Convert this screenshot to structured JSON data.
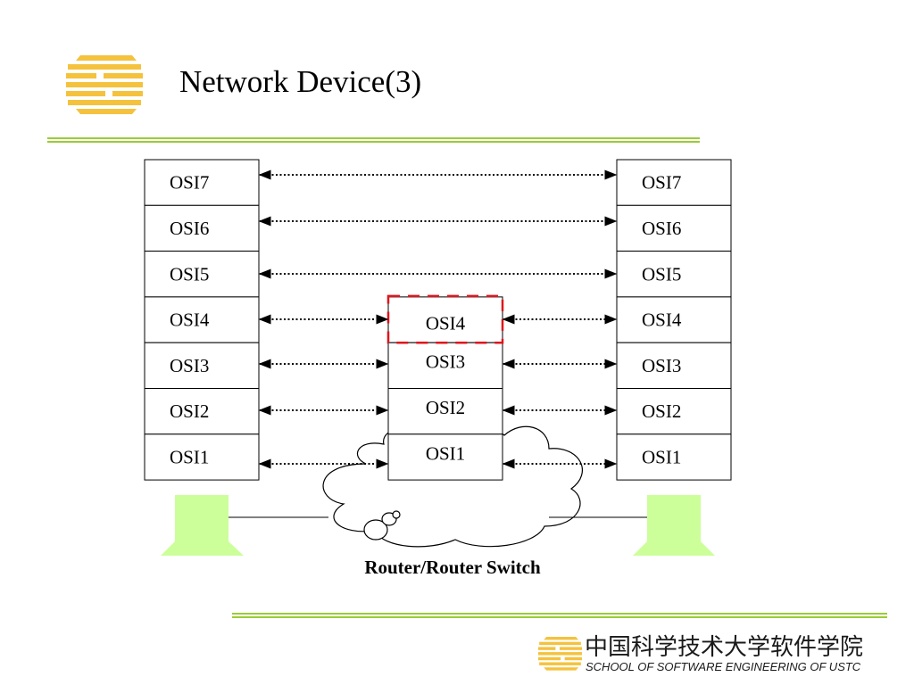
{
  "slide": {
    "title": "Network Device(3)",
    "caption": "Router/Router Switch"
  },
  "stacks": {
    "left": [
      "OSI7",
      "OSI6",
      "OSI5",
      "OSI4",
      "OSI3",
      "OSI2",
      "OSI1"
    ],
    "right": [
      "OSI7",
      "OSI6",
      "OSI5",
      "OSI4",
      "OSI3",
      "OSI2",
      "OSI1"
    ],
    "center": [
      "OSI4",
      "OSI3",
      "OSI2",
      "OSI1"
    ],
    "highlighted_center_layer": "OSI4"
  },
  "footer": {
    "school_cn": "中国科学技术大学软件学院",
    "school_en": "SCHOOL OF SOFTWARE ENGINEERING OF USTC"
  },
  "colors": {
    "accent_green": "#9bcc37",
    "terminal_green": "#ccff99",
    "logo_yellow": "#f5c23e",
    "highlight_red": "#e0141c"
  }
}
